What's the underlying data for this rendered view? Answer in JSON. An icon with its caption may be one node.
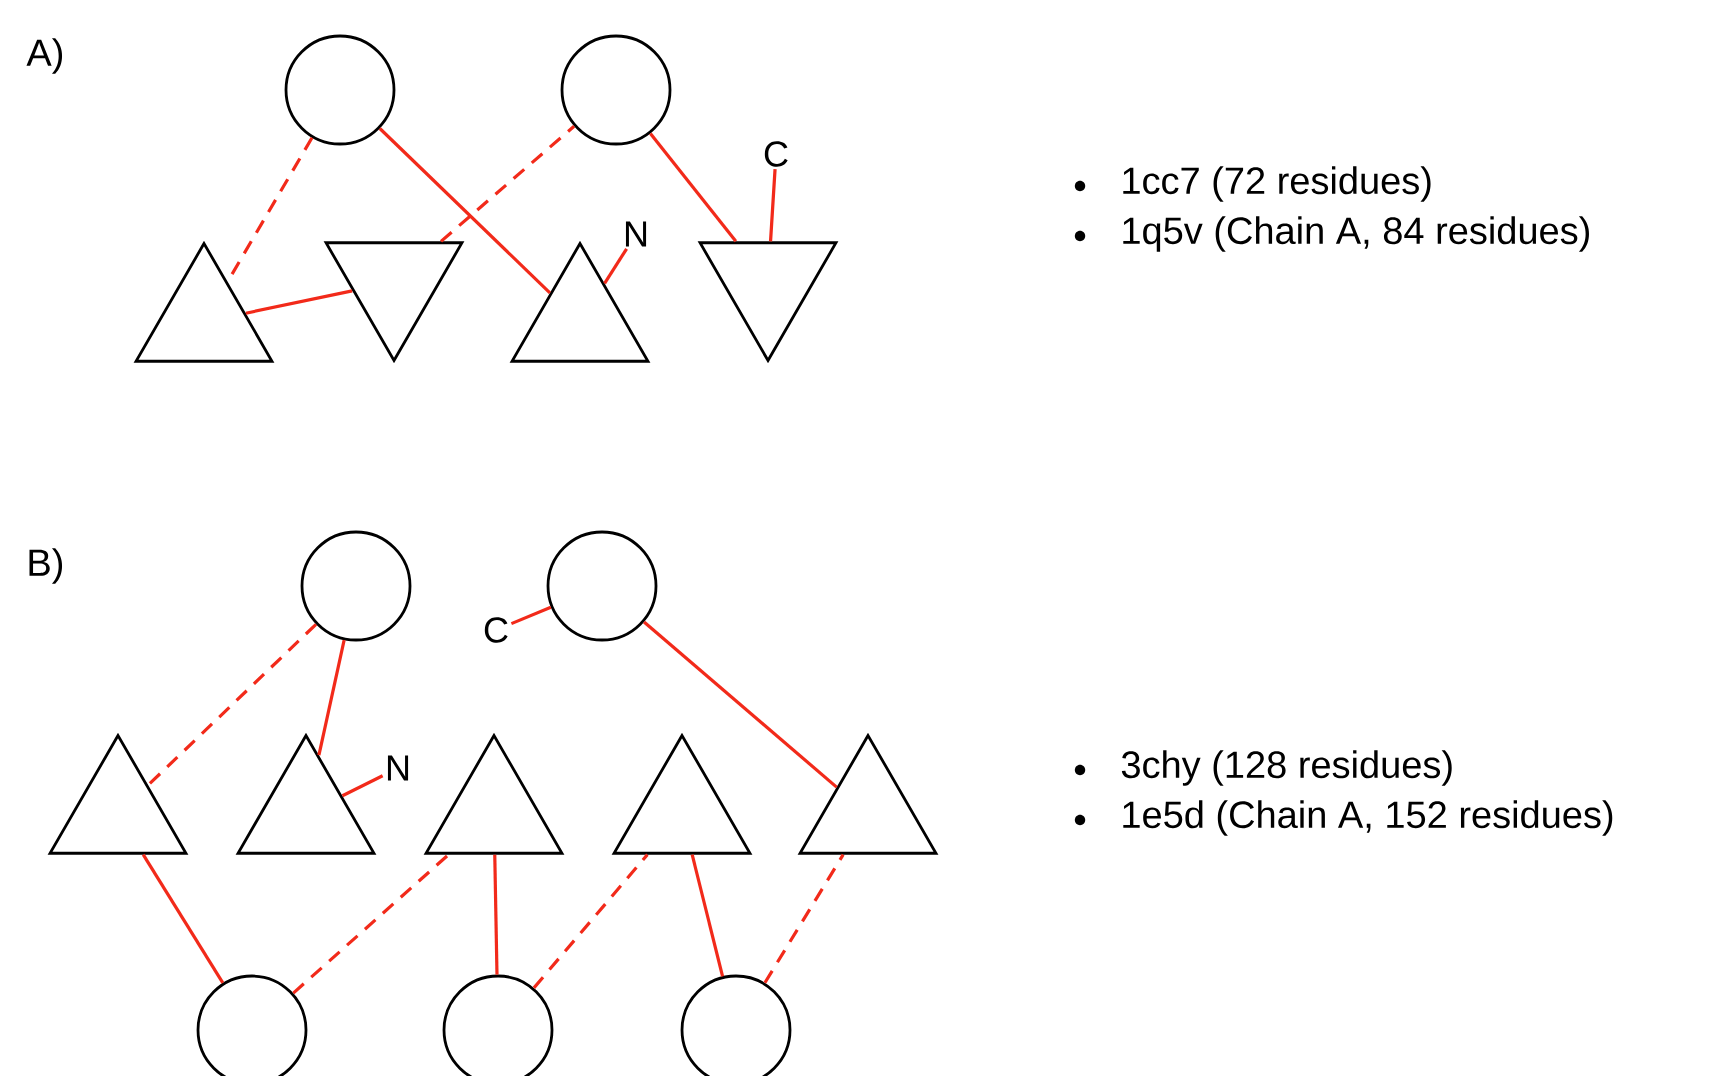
{
  "diagram": {
    "nodes": [
      {
        "text": [],
        "shape": "circle"
      },
      {
        "text": [],
        "shape": "circle"
      },
      {
        "text": [
          "C"
        ]
      },
      {
        "text": [
          "N"
        ]
      },
      {
        "text": [],
        "shape": "triangle"
      },
      {
        "text": [],
        "shape": "triangle"
      },
      {
        "text": [],
        "shape": "triangle"
      },
      {
        "text": [],
        "shape": "triangle"
      },
      {
        "text": [],
        "shape": "circle"
      },
      {
        "text": [
          "C"
        ]
      },
      {
        "text": [],
        "shape": "circle"
      },
      {
        "text": [
          "N"
        ]
      },
      {
        "text": [],
        "shape": "triangle"
      },
      {
        "text": [],
        "shape": "triangle"
      },
      {
        "text": [],
        "shape": "triangle"
      },
      {
        "text": [],
        "shape": "triangle"
      },
      {
        "text": [],
        "shape": "triangle"
      },
      {
        "text": [],
        "shape": "circle"
      },
      {
        "text": [],
        "shape": "circle"
      },
      {
        "text": [],
        "shape": "circle"
      }
    ],
    "edges": [
      {
        "from": 3,
        "to": 6,
        "arrow": "none"
      },
      {
        "from": 6,
        "to": 0,
        "arrow": "none"
      },
      {
        "from": 0,
        "to": 4,
        "arrow": "none",
        "style": "dashed"
      },
      {
        "from": 4,
        "to": 5,
        "arrow": "none"
      },
      {
        "from": 5,
        "to": 1,
        "arrow": "none",
        "style": "dashed"
      },
      {
        "from": 1,
        "to": 7,
        "arrow": "none"
      },
      {
        "from": 7,
        "to": 2,
        "arrow": "none"
      },
      {
        "from": 11,
        "to": 13,
        "arrow": "none"
      },
      {
        "from": 13,
        "to": 8,
        "arrow": "none"
      },
      {
        "from": 8,
        "to": 12,
        "arrow": "none",
        "style": "dashed"
      },
      {
        "from": 12,
        "to": 17,
        "arrow": "none"
      },
      {
        "from": 17,
        "to": 14,
        "arrow": "none",
        "style": "dashed"
      },
      {
        "from": 14,
        "to": 18,
        "arrow": "none"
      },
      {
        "from": 18,
        "to": 15,
        "arrow": "none",
        "style": "dashed"
      },
      {
        "from": 15,
        "to": 19,
        "arrow": "none"
      },
      {
        "from": 19,
        "to": 16,
        "arrow": "none",
        "style": "dashed"
      },
      {
        "from": 16,
        "to": 10,
        "arrow": "none"
      },
      {
        "from": 10,
        "to": 9,
        "arrow": "none"
      }
    ],
    "labels": [
      "A)",
      "1cc7 (72 residues)",
      "1q5v (Chain A, 84 residues)",
      "B)",
      "3chy (128 residues)",
      "1e5d (Chain A, 152 residues)"
    ]
  }
}
